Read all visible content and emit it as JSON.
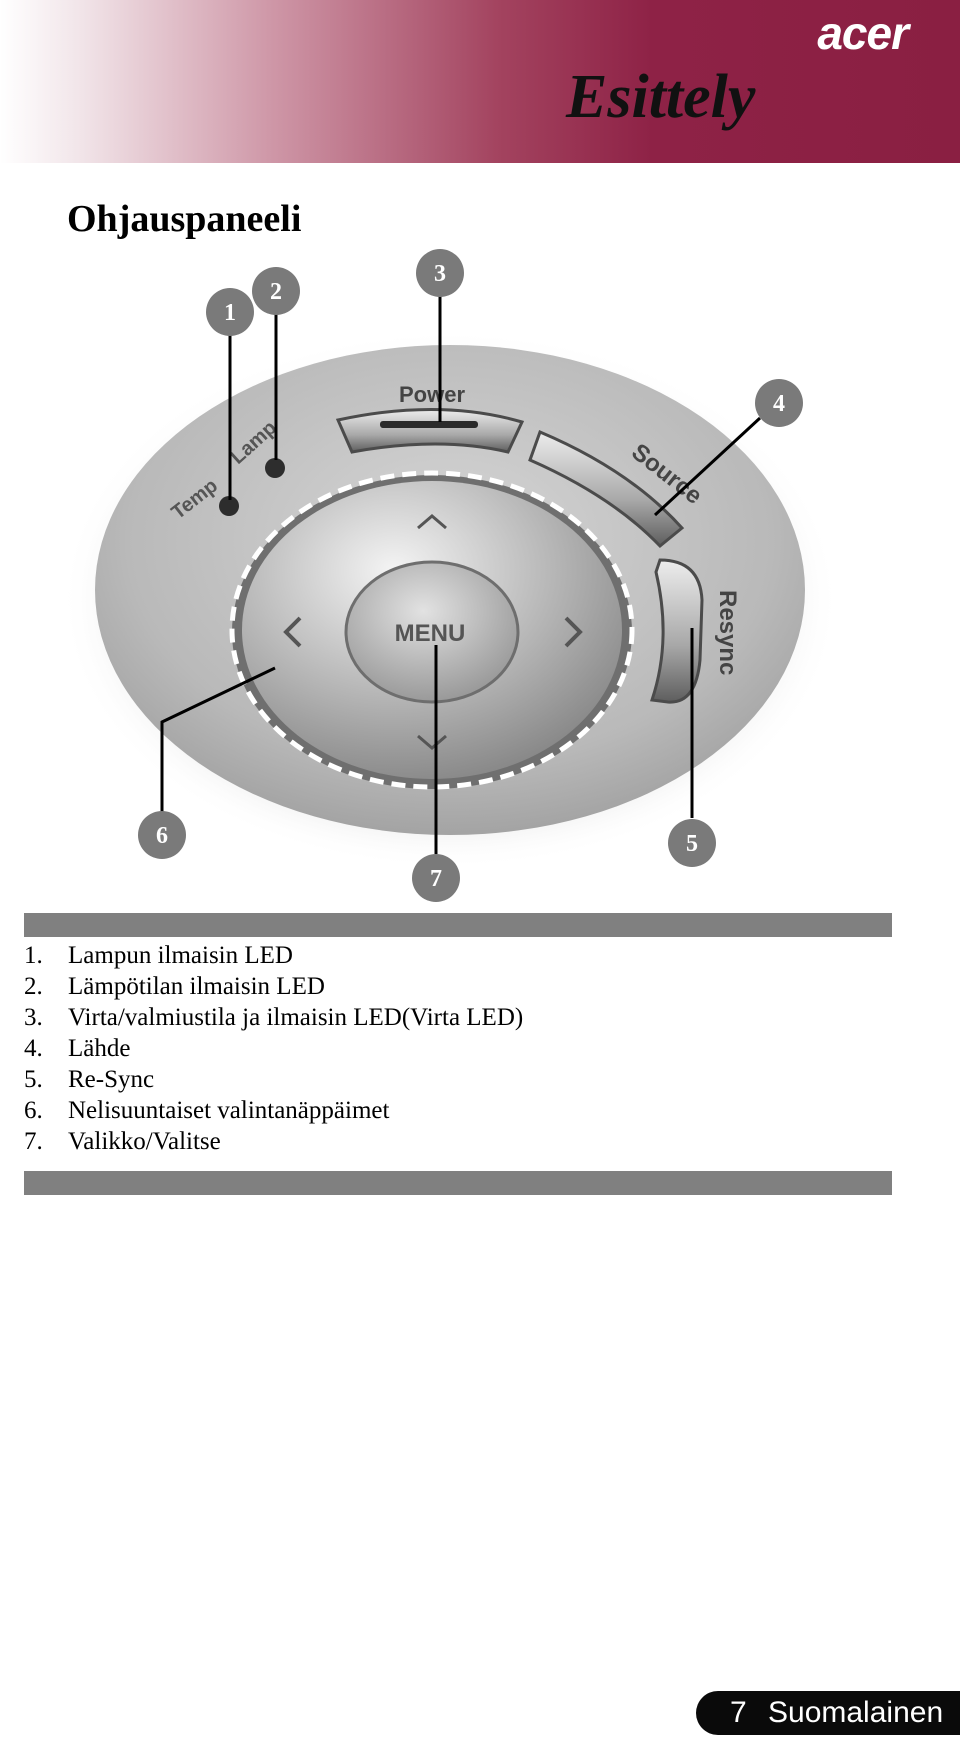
{
  "header": {
    "brand": "acer",
    "chapter_title": "Esittely"
  },
  "section_title": "Ohjauspaneeli",
  "panel": {
    "labels": {
      "power": "Power",
      "source": "Source",
      "resync": "Resync",
      "temp": "Temp",
      "lamp": "Lamp",
      "menu": "MENU"
    },
    "callouts": [
      "1",
      "2",
      "3",
      "4",
      "5",
      "6",
      "7"
    ]
  },
  "items": [
    {
      "num": "1.",
      "text": "Lampun ilmaisin LED"
    },
    {
      "num": "2.",
      "text": "Lämpötilan ilmaisin LED"
    },
    {
      "num": "3.",
      "text": "Virta/valmiustila ja ilmaisin LED(Virta LED)"
    },
    {
      "num": "4.",
      "text": "Lähde"
    },
    {
      "num": "5.",
      "text": "Re-Sync"
    },
    {
      "num": "6.",
      "text": "Nelisuuntaiset valintanäppäimet"
    },
    {
      "num": "7.",
      "text": "Valikko/Valitse"
    }
  ],
  "footer": {
    "page": "7",
    "language": "Suomalainen"
  }
}
